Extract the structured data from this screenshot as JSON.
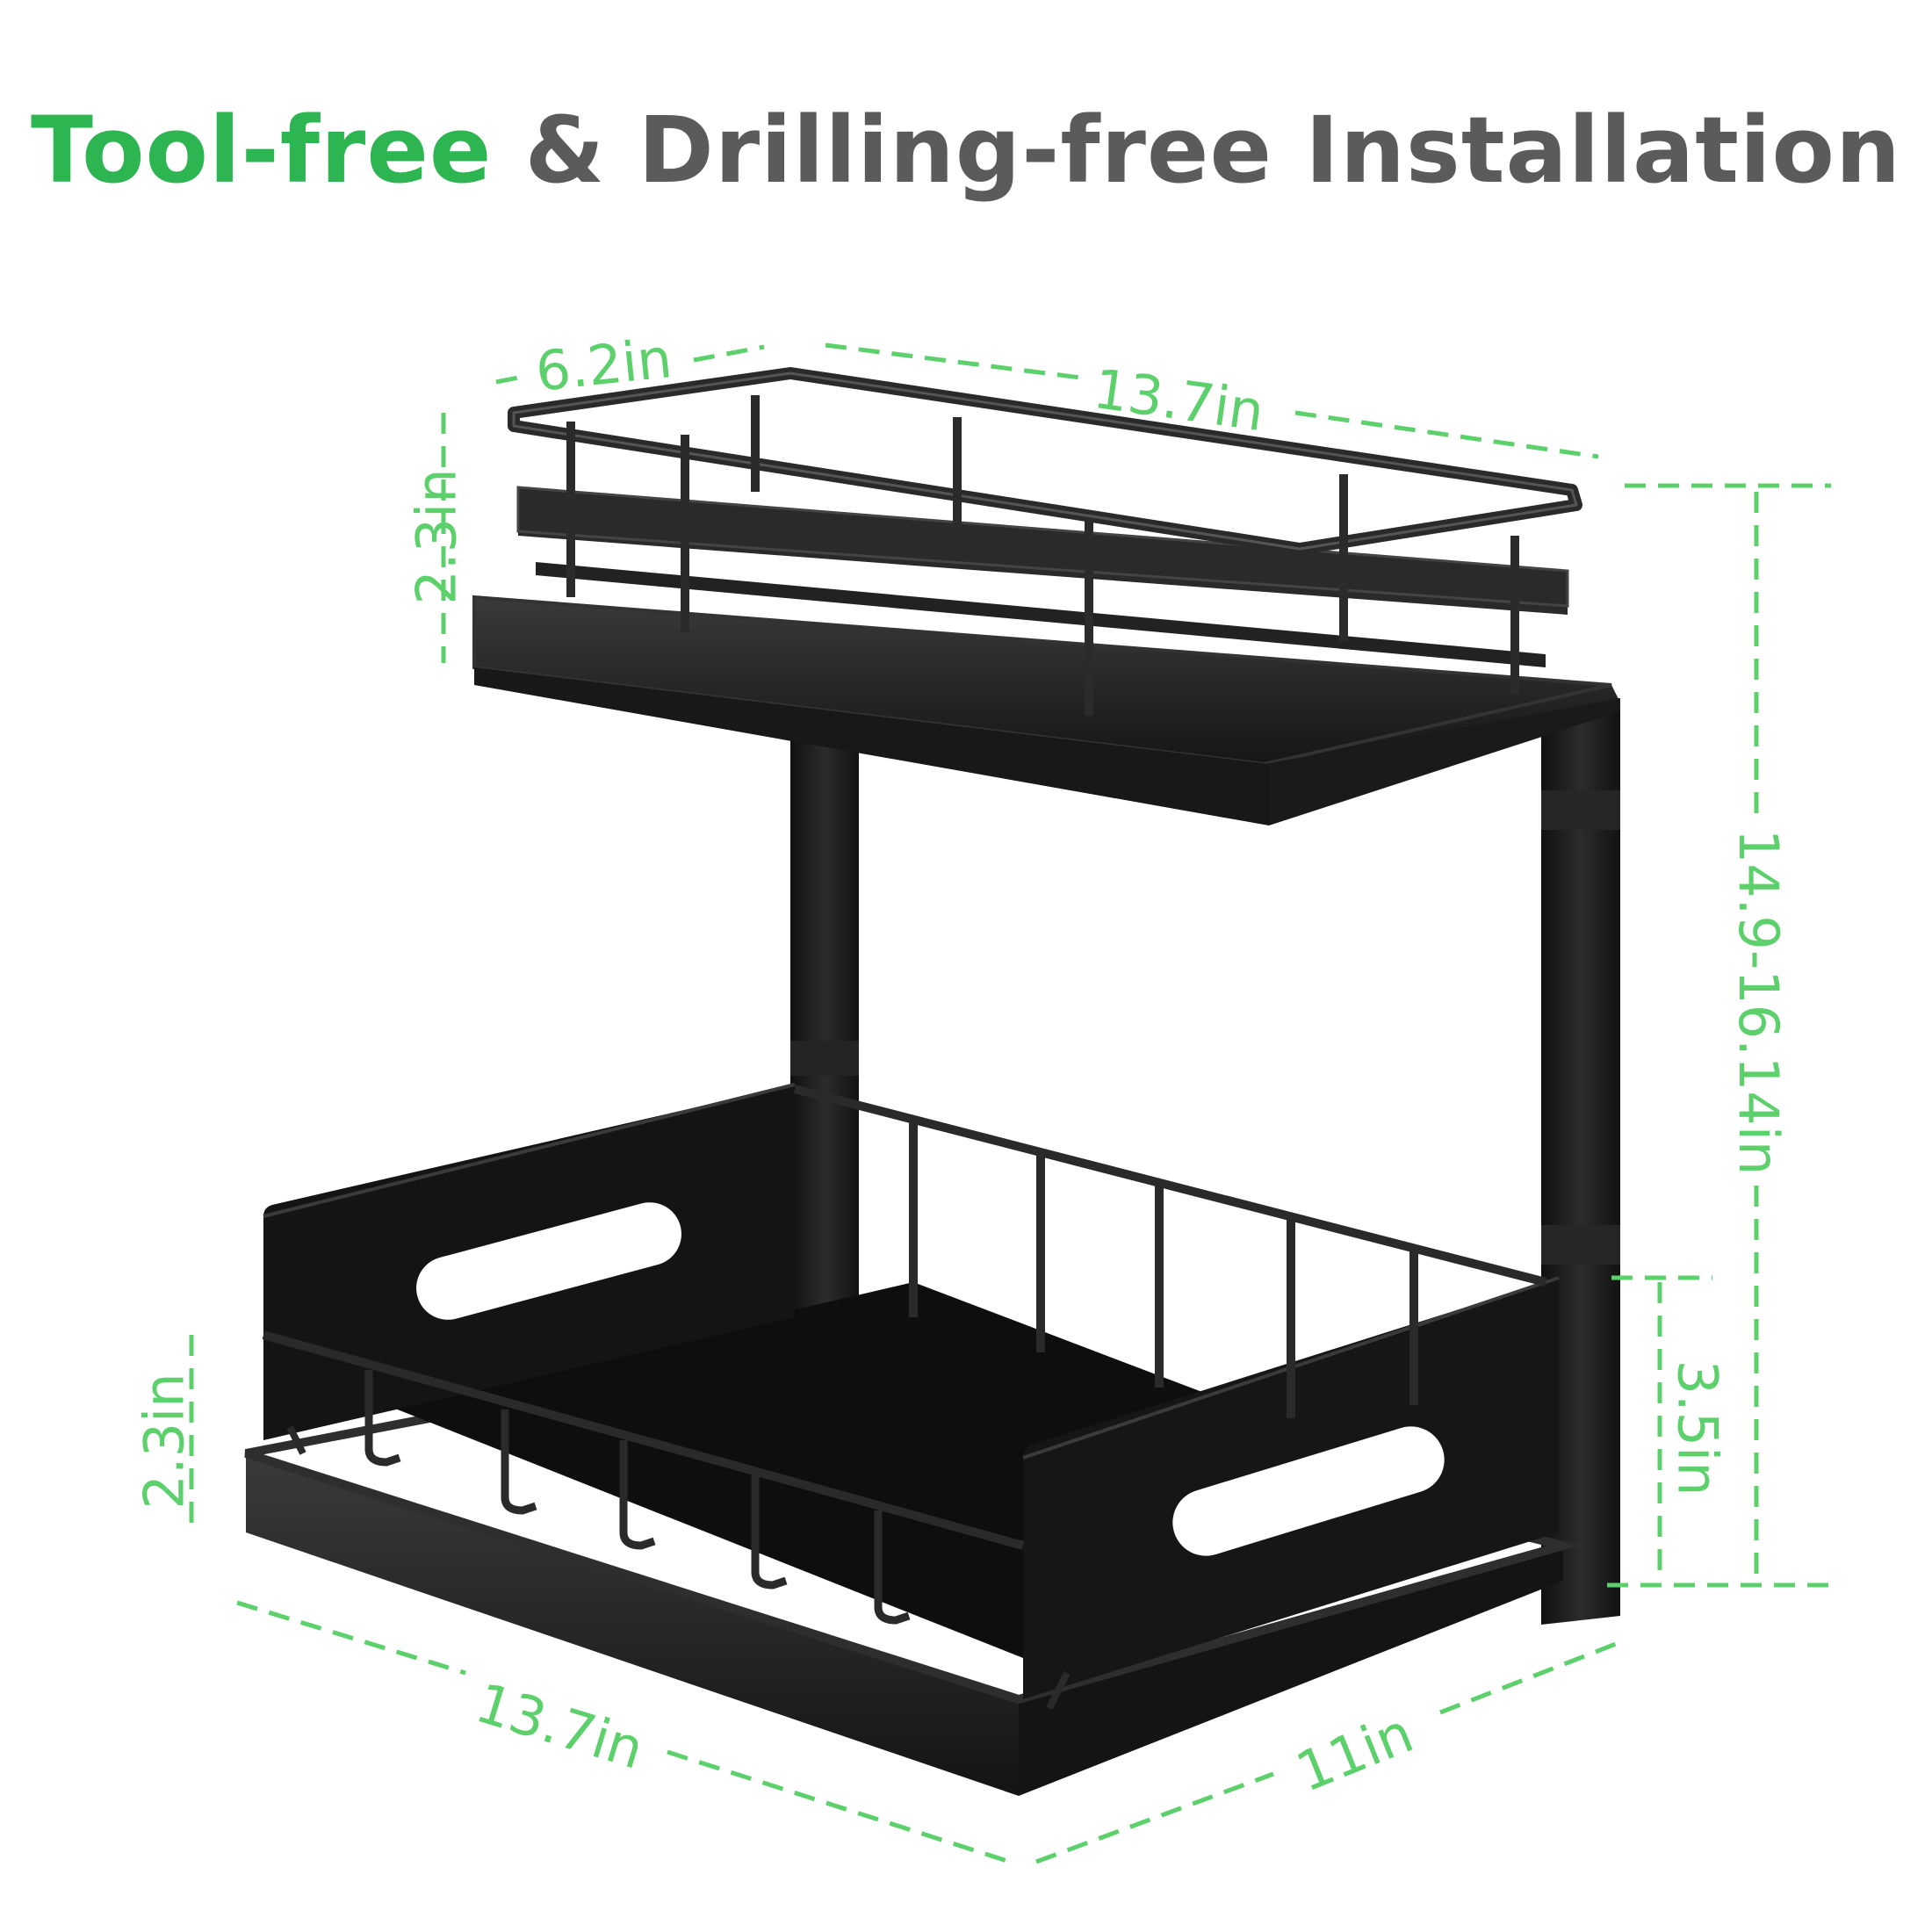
{
  "title": {
    "part1": "Tool-free",
    "part2": "& Drilling-free Installation"
  },
  "dimensions": {
    "top_depth": "6.2in",
    "top_width": "13.7in",
    "top_rail_height": "2.3in",
    "total_height": "14.9-16.14in",
    "bottom_rail_height": "2.3in",
    "bottom_clearance": "3.5in",
    "bottom_width": "13.7in",
    "bottom_depth": "11in"
  },
  "colors": {
    "accent_green": "#2db552",
    "title_gray": "#5b5b5b",
    "dimension_green": "#5cd06a",
    "rack_black": "#1c1c1c"
  }
}
